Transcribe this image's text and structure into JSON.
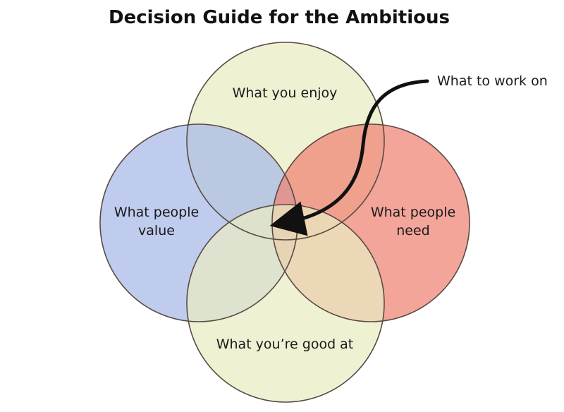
{
  "diagram": {
    "title": "Decision Guide for the Ambitious",
    "circles": {
      "enjoy": {
        "label": "What you enjoy",
        "color": "#e9ecc2"
      },
      "value": {
        "label_line1": "What people",
        "label_line2": "value",
        "color": "#a6b8e6"
      },
      "need": {
        "label_line1": "What people",
        "label_line2": "need",
        "color": "#ee8273"
      },
      "good": {
        "label": "What you’re good at",
        "color": "#e9ecc2"
      }
    },
    "callout": "What to work on",
    "outline_color": "#5a4a44",
    "arrow_color": "#111111"
  }
}
